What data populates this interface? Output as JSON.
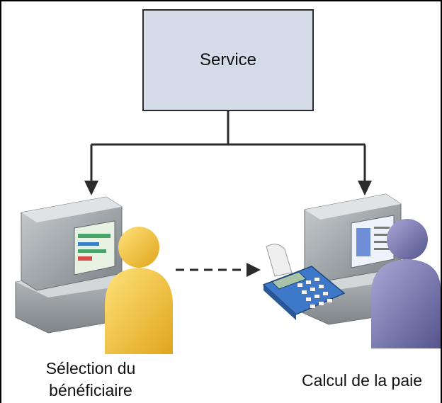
{
  "service_box": {
    "label": "Service",
    "fill": "#d4dcea"
  },
  "left_node": {
    "label_line1": "Sélection du",
    "label_line2": "bénéficiaire",
    "person_color": "#f2c74a"
  },
  "right_node": {
    "label": "Calcul de la paie",
    "person_color": "#6f6ea8"
  },
  "colors": {
    "line": "#2b2b2b",
    "monitor": "#8e9498"
  }
}
